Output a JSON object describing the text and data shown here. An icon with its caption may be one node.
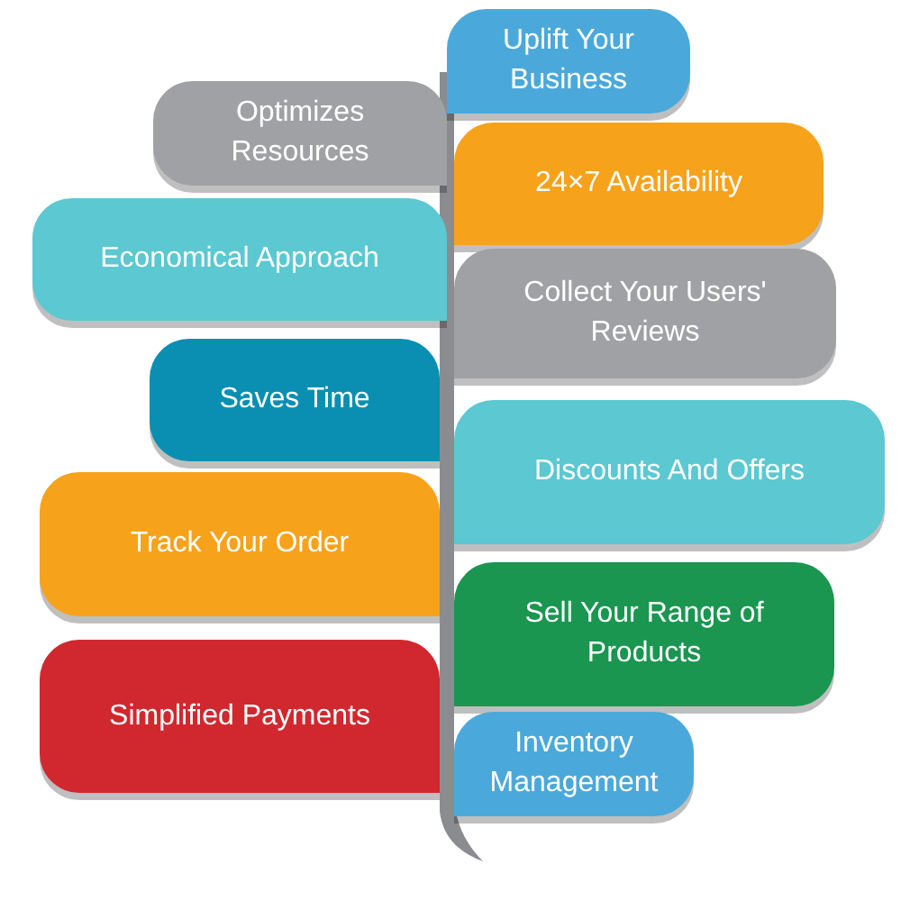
{
  "diagram": {
    "nodes": [
      {
        "text": [
          "Uplift Your Business"
        ]
      },
      {
        "text": [
          "Optimizes Resources"
        ]
      },
      {
        "text": [
          "24×7 Availability"
        ]
      },
      {
        "text": [
          "Economical Approach"
        ]
      },
      {
        "text": [
          "Collect Your Users' Reviews"
        ]
      },
      {
        "text": [
          "Saves Time"
        ]
      },
      {
        "text": [
          "Discounts And Offers"
        ]
      },
      {
        "text": [
          "Track Your Order"
        ]
      },
      {
        "text": [
          "Sell Your Range of Products"
        ]
      },
      {
        "text": [
          "Simplified Payments"
        ]
      },
      {
        "text": [
          "Inventory Management"
        ]
      }
    ]
  }
}
